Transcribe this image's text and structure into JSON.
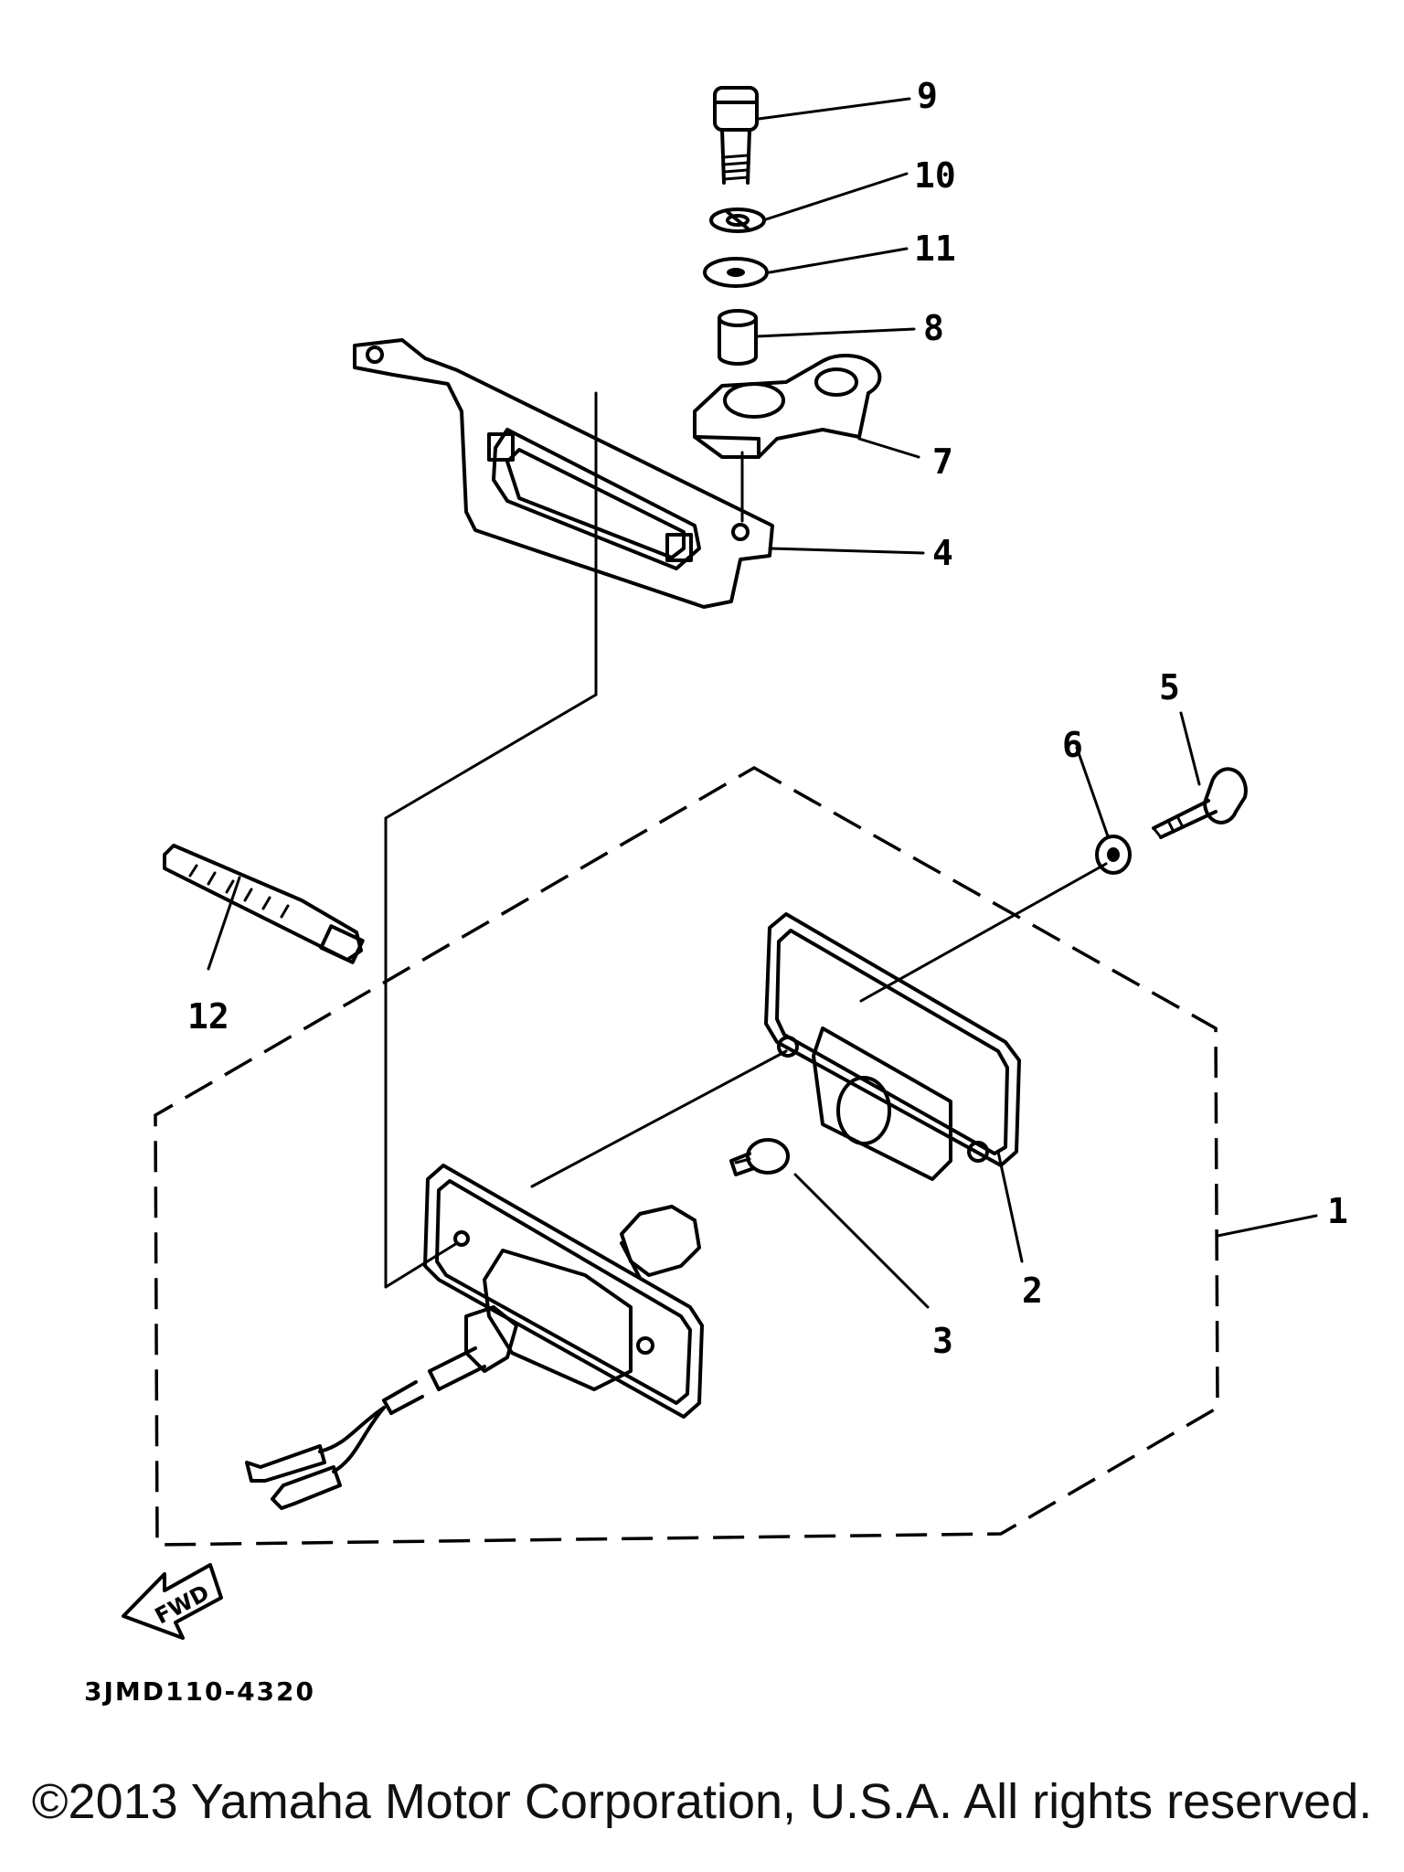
{
  "diagram_code": "3JMD110-4320",
  "direction_label": "FWD",
  "copyright": "©2013 Yamaha Motor Corporation, U.S.A. All rights reserved.",
  "callouts": {
    "c1": "1",
    "c2": "2",
    "c3": "3",
    "c4": "4",
    "c5": "5",
    "c6": "6",
    "c7": "7",
    "c8": "8",
    "c9": "9",
    "c10": "10",
    "c11": "11",
    "c12": "12"
  }
}
